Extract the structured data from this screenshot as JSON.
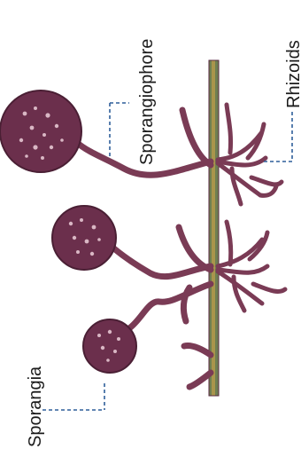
{
  "labels": {
    "sporangiophore": "Sporangiophore",
    "rhizoids": "Rhizoids",
    "sporangia": "Sporangia"
  },
  "colors": {
    "hypha_fill": "#8a4a63",
    "hypha_stroke": "#5a2a42",
    "sporangium_fill": "#6b2f4c",
    "sporangium_dot": "#d9b7c4",
    "stem_green": "#6f7f52",
    "stem_tan": "#c8a24a",
    "leader": "#2f5f9a",
    "label_text": "#1b1b1b"
  }
}
